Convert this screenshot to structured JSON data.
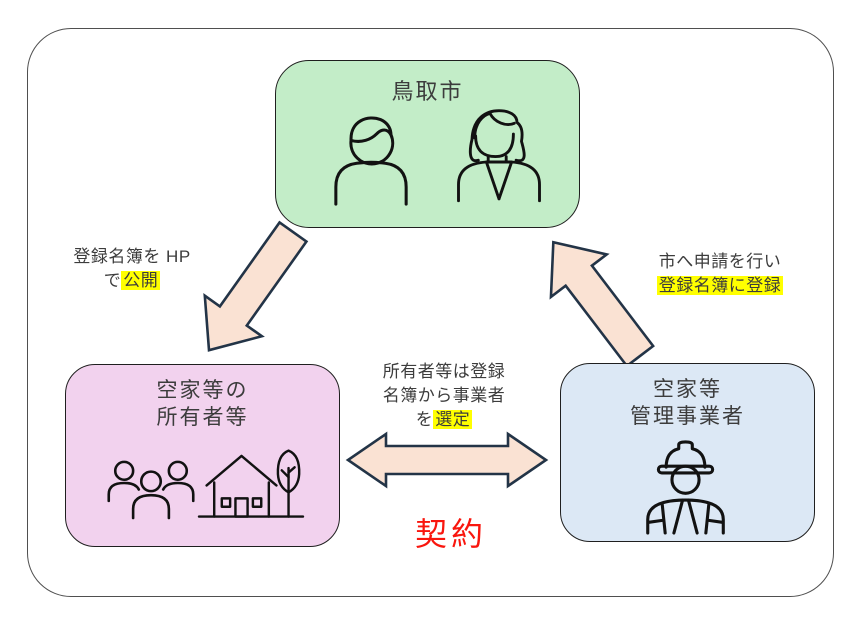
{
  "diagram": {
    "boxes": {
      "city": {
        "title": "鳥取市"
      },
      "owners": {
        "title_line1": "空家等の",
        "title_line2": "所有者等"
      },
      "managers": {
        "title_line1": "空家等",
        "title_line2": "管理事業者"
      }
    },
    "labels": {
      "publish": {
        "line1": "登録名簿を HP",
        "line2_pre": "で",
        "line2_highlight": "公開"
      },
      "apply": {
        "line1": "市へ申請を行い",
        "line2_highlight": "登録名簿に登録"
      },
      "select": {
        "line1": "所有者等は登録",
        "line2": "名簿から事業者",
        "line3_pre": "を",
        "line3_highlight": "選定"
      },
      "contract": "契約"
    },
    "icons": {
      "city": [
        "man-icon",
        "woman-icon"
      ],
      "owners": [
        "people-group-icon",
        "house-tree-icon"
      ],
      "managers": [
        "construction-worker-icon"
      ]
    }
  },
  "colors": {
    "city_fill": "#c3edc8",
    "owners_fill": "#f2d2ee",
    "managers_fill": "#dce8f5",
    "arrow_fill": "#fae2d3",
    "arrow_stroke": "#233447",
    "highlight": "#ffff00",
    "contract_red": "#f9160e",
    "text": "#3c3c3c",
    "box_border": "#1f1f1f",
    "outer_border": "#4f4f4f",
    "icon_stroke": "#121212"
  }
}
